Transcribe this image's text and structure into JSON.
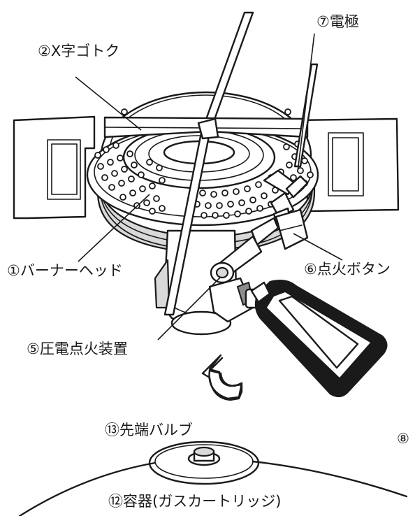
{
  "labels": {
    "x_trivet": "②X字ゴトク",
    "electrode": "⑦電極",
    "burner_head": "①バーナーヘッド",
    "ignition_button": "⑥点火ボタン",
    "piezo_igniter": "⑤圧電点火装置",
    "tip_valve": "⑬先端バルブ",
    "container": "⑫容器(ガスカートリッジ)",
    "partial_number": "⑧"
  },
  "icons": {
    "rotation_arrow": "rotate-arrow-icon"
  },
  "colors": {
    "line": "#1a1a1a",
    "shade": "#d9d9d9",
    "dark_shade": "#8c8c8c",
    "background": "#ffffff"
  }
}
